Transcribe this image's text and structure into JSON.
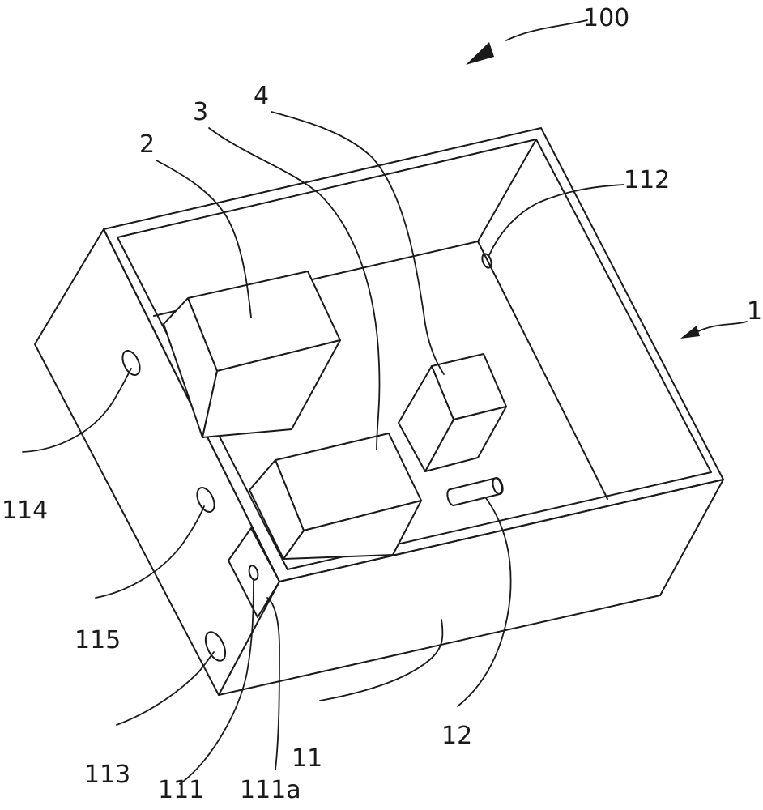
{
  "figure": {
    "labels": {
      "assembly": "100",
      "housing": "1",
      "component_2": "2",
      "component_3": "3",
      "component_4": "4",
      "wall_11": "11",
      "post_12": "12",
      "port_111": "111",
      "port_111a": "111a",
      "port_112": "112",
      "port_113": "113",
      "port_114": "114",
      "port_115": "115"
    },
    "stroke_color": "#1a1a1a",
    "background_color": "#ffffff"
  }
}
